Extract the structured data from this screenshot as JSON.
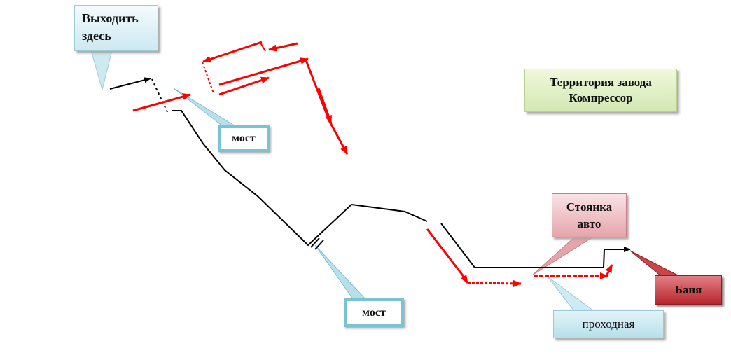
{
  "labels": {
    "exit": "Выходить здесь",
    "zavod_line1": "Территория  завода",
    "zavod_line2": "Компрессор",
    "bridge1": "мост",
    "bridge2": "мост",
    "parking_line1": "Стоянка",
    "parking_line2": "авто",
    "banya": "Баня",
    "checkpoint": "проходная"
  },
  "colors": {
    "route_black": "#000000",
    "route_red": "#ff0000",
    "callout_blue": "#79c3d3",
    "callout_green": "#d3e8b2",
    "callout_pink": "#e6a4aa",
    "callout_darkred": "#b8262d"
  }
}
